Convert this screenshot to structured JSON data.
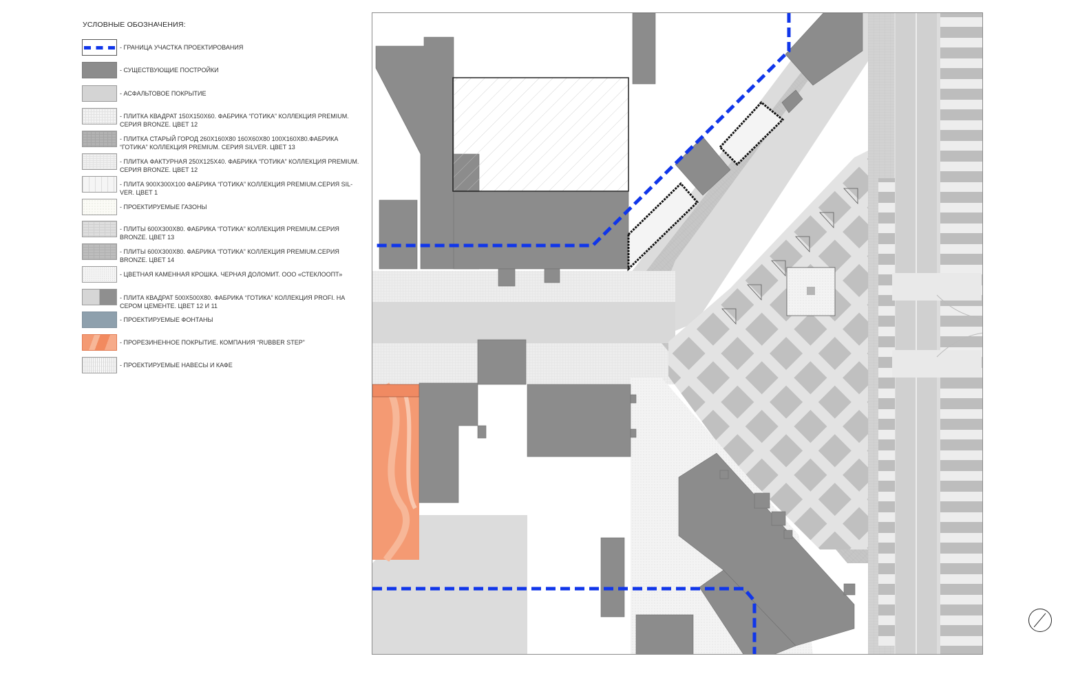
{
  "legend": {
    "title": "УСЛОВНЫЕ ОБОЗНАЧЕНИЯ:",
    "items": [
      {
        "swatch": "boundary-dashed-blue",
        "label": "- ГРАНИЦА УЧАСТКА ПРОЕКТИРОВАНИЯ"
      },
      {
        "swatch": "existing-buildings",
        "label": "- СУЩЕСТВУЮЩИЕ ПОСТРОЙКИ"
      },
      {
        "swatch": "asphalt",
        "label": "- АСФАЛЬТОВОЕ ПОКРЫТИЕ"
      },
      {
        "swatch": "tile-150",
        "label": "- ПЛИТКА КВАДРАТ 150Х150Х60. ФАБРИКА “ГОТИКА” КОЛЛЕКЦИЯ PREMIUM.\nСЕРИЯ BRONZE.  ЦВЕТ 12"
      },
      {
        "swatch": "tile-old-town",
        "label": "- ПЛИТКА СТАРЫЙ ГОРОД 260Х160Х80 160Х60Х80 100Х160Х80.ФАБРИКА\n“ГОТИКА” КОЛЛЕКЦИЯ PREMIUM. СЕРИЯ SILVER. ЦВЕТ 13"
      },
      {
        "swatch": "tile-textured",
        "label": "- ПЛИТКА ФАКТУРНАЯ 250Х125Х40. ФАБРИКА “ГОТИКА” КОЛЛЕКЦИЯ PREMIUM.\nСЕРИЯ BRONZE. ЦВЕТ 12"
      },
      {
        "swatch": "plate-900",
        "label": "- ПЛИТА 900Х300Х100 ФАБРИКА “ГОТИКА” КОЛЛЕКЦИЯ PREMIUM.СЕРИЯ SIL-\nVER. ЦВЕТ 1"
      },
      {
        "swatch": "lawn",
        "label": "- ПРОЕКТИРУЕМЫЕ ГАЗОНЫ"
      },
      {
        "swatch": "plate-600-13",
        "label": "- ПЛИТЫ 600Х300Х80. ФАБРИКА “ГОТИКА” КОЛЛЕКЦИЯ PREMIUM.СЕРИЯ\nBRONZE. ЦВЕТ 13"
      },
      {
        "swatch": "plate-600-14",
        "label": "- ПЛИТЫ 600Х300Х80. ФАБРИКА “ГОТИКА” КОЛЛЕКЦИЯ PREMIUM.СЕРИЯ\nBRONZE. ЦВЕТ 14"
      },
      {
        "swatch": "stone-chips",
        "label": "- ЦВЕТНАЯ КАМЕННАЯ КРОШКА. ЧЕРНАЯ ДОЛОМИТ. ООО «СТЕКЛООПТ»"
      },
      {
        "swatch": "plate-square-500",
        "label": "- ПЛИТА КВАДРАТ 500Х500Х80. ФАБРИКА “ГОТИКА” КОЛЛЕКЦИЯ PROFI. НА\nСЕРОМ ЦЕМЕНТЕ. ЦВЕТ 12 И 11"
      },
      {
        "swatch": "fountains",
        "label": "- ПРОЕКТИРУЕМЫЕ ФОНТАНЫ"
      },
      {
        "swatch": "rubber",
        "label": "- ПРОРЕЗИНЕННОЕ ПОКРЫТИЕ. КОМПАНИЯ “RUBBER STEP”"
      },
      {
        "swatch": "canopies",
        "label": "- ПРОЕКТИРУЕМЫЕ НАВЕСЫ И КАФЕ"
      }
    ]
  },
  "colors": {
    "boundary": "#1036ea",
    "existing_building": "#8c8c8c",
    "asphalt": "#d4d4d4",
    "paving_light": "#e6e6e6",
    "paving_dark": "#b5b5b5",
    "rubber": "#f49a73",
    "fountain": "#8ea0ad",
    "background": "#ffffff"
  },
  "icons": {
    "north_arrow": "north-arrow-icon"
  }
}
